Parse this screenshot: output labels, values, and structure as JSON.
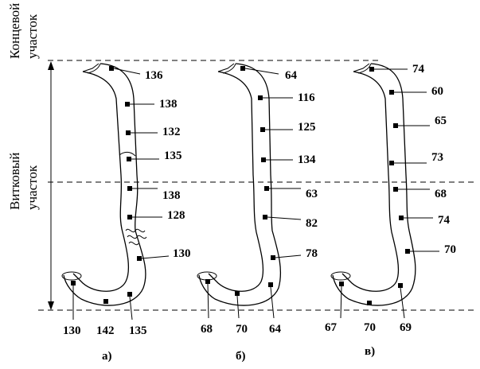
{
  "zones": {
    "end_line1": "Концевой",
    "end_line2": "участок",
    "coil_line1": "Витковый",
    "coil_line2": "участок"
  },
  "diagrams": [
    {
      "caption": "а)",
      "values": [
        "136",
        "138",
        "132",
        "135",
        "138",
        "128",
        "130",
        "130",
        "142",
        "135"
      ]
    },
    {
      "caption": "б)",
      "values": [
        "64",
        "116",
        "125",
        "134",
        "63",
        "82",
        "78",
        "68",
        "70",
        "64"
      ]
    },
    {
      "caption": "в)",
      "values": [
        "74",
        "60",
        "65",
        "73",
        "68",
        "74",
        "70",
        "67",
        "70",
        "69"
      ]
    }
  ]
}
